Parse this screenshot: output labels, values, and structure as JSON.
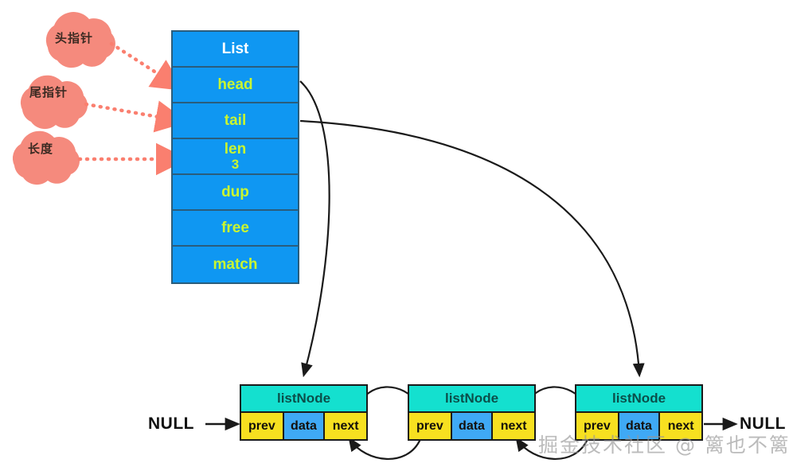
{
  "diagram": {
    "title": "Redis List doubly linked list structure",
    "colors": {
      "cloud": "#f58a7d",
      "dotted_arrow": "#fa7f6f",
      "list_box": "#0f97f2",
      "list_border": "#2a5d7c",
      "list_title_text": "#ffffff",
      "list_field_text": "#c9f531",
      "node_header": "#14e0cf",
      "node_header_text": "#0b4f4a",
      "field_prev_next": "#f7e020",
      "field_data": "#3fa9f5",
      "solid_arrow": "#1a1a1a",
      "watermark": "#969696"
    },
    "clouds": [
      {
        "label": "头指针",
        "target": "head"
      },
      {
        "label": "尾指针",
        "target": "tail"
      },
      {
        "label": "长度",
        "target": "len"
      }
    ],
    "list_struct": {
      "title": "List",
      "rows": [
        {
          "name": "head",
          "value": ""
        },
        {
          "name": "tail",
          "value": ""
        },
        {
          "name": "len",
          "value": "3"
        },
        {
          "name": "dup",
          "value": ""
        },
        {
          "name": "free",
          "value": ""
        },
        {
          "name": "match",
          "value": ""
        }
      ]
    },
    "nodes": [
      {
        "header": "listNode",
        "fields": [
          "prev",
          "data",
          "next"
        ]
      },
      {
        "header": "listNode",
        "fields": [
          "prev",
          "data",
          "next"
        ]
      },
      {
        "header": "listNode",
        "fields": [
          "prev",
          "data",
          "next"
        ]
      }
    ],
    "terminators": {
      "left": "NULL",
      "right": "NULL"
    },
    "watermark": "掘金技术社区 @ 篱也不篱"
  }
}
